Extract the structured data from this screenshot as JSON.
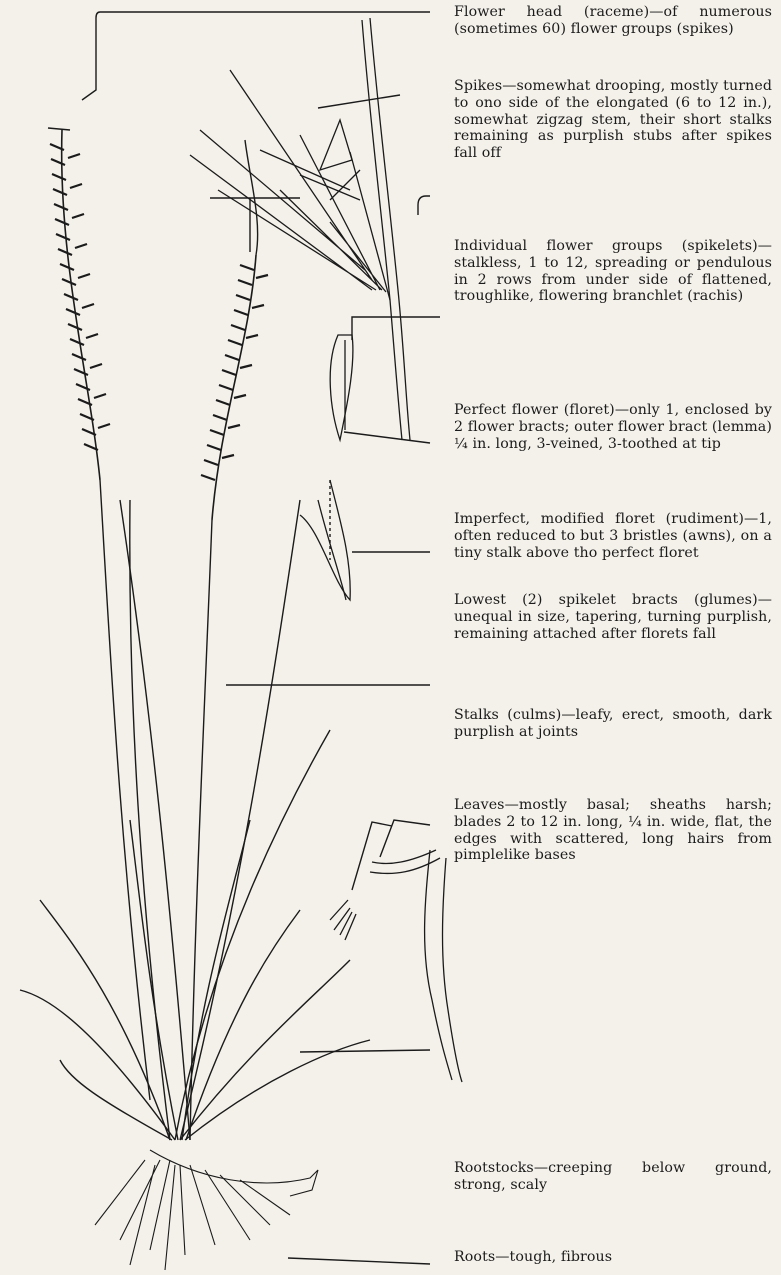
{
  "labels": {
    "flower_head": "Flower head (raceme)—of numerous (sometimes 60) flower groups (spikes)",
    "spikes": "Spikes—somewhat drooping, mostly turned to ono side of the elongated (6 to 12 in.), somewhat zigzag stem, their short stalks remaining as purplish stubs after spikes fall off",
    "spikelets": "Individual flower groups (spikelets)—stalkless, 1 to 12, spreading or pendulous in 2 rows from under side of flattened, troughlike, flowering branchlet (rachis)",
    "floret": "Perfect flower (floret)—only 1, enclosed by 2 flower bracts; outer flower bract (lemma) ¼ in. long, 3-veined, 3-toothed at tip",
    "rudiment": "Imperfect, modified floret (rudiment)—1, often reduced to but 3 bristles (awns), on a tiny stalk above tho perfect floret",
    "glumes": "Lowest (2) spikelet bracts (glumes)—unequal in size, tapering, turning purplish, remaining attached after florets fall",
    "stalks": "Stalks (culms)—leafy, erect, smooth, dark purplish at joints",
    "leaves": "Leaves—mostly basal; sheaths harsh; blades 2 to 12 in. long, ¼ in. wide, flat, the edges with scattered, long hairs from pimplelike bases",
    "rootstocks": "Rootstocks—creeping below ground, strong, scaly",
    "roots": "Roots—tough, fibrous"
  }
}
